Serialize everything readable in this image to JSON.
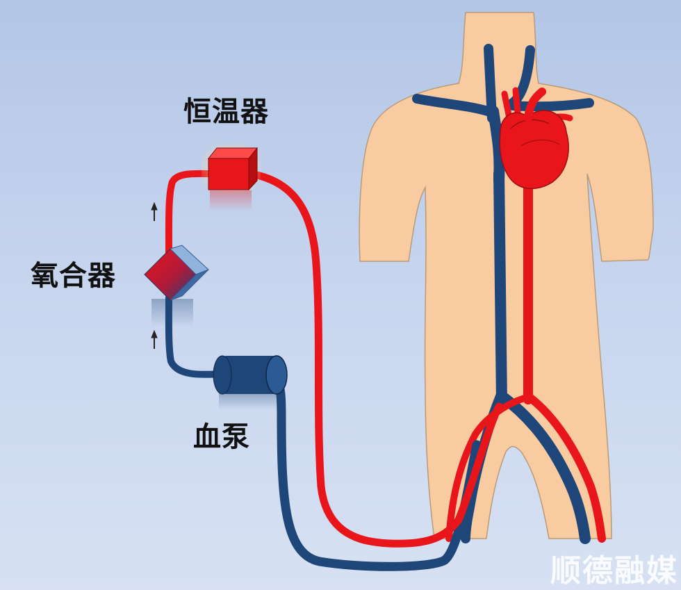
{
  "labels": {
    "thermostat": "恒温器",
    "oxygenator": "氧合器",
    "pump": "血泵"
  },
  "watermark": "顺德融媒",
  "colors": {
    "arterial": "#e8151b",
    "venous": "#1f4678",
    "skin": "#f9cba1",
    "background": "#c4d3ee"
  }
}
